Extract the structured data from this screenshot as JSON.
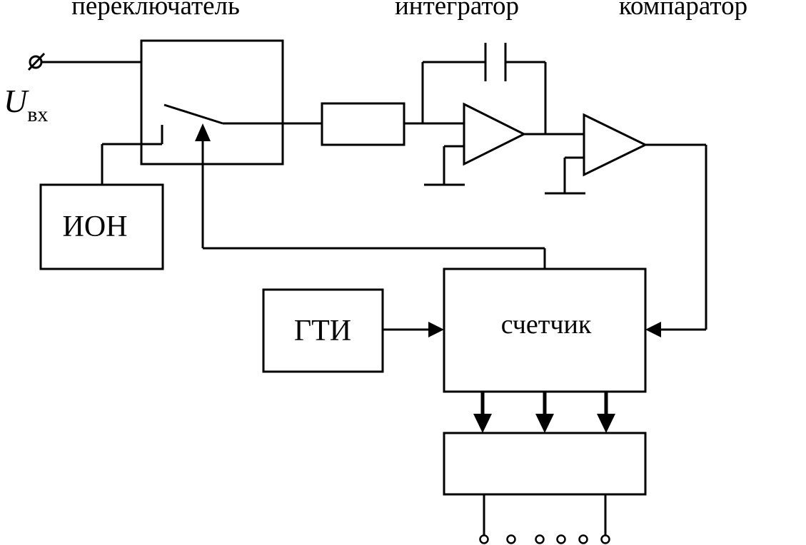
{
  "labels": {
    "switch": "переключатель",
    "integrator": "интегратор",
    "comparator": "компаратор",
    "input_symbol": "U",
    "input_subscript": "вх",
    "reference_source": "ИОН",
    "clock_generator": "ГТИ",
    "counter": "счетчик"
  },
  "output_pins_count": 6
}
